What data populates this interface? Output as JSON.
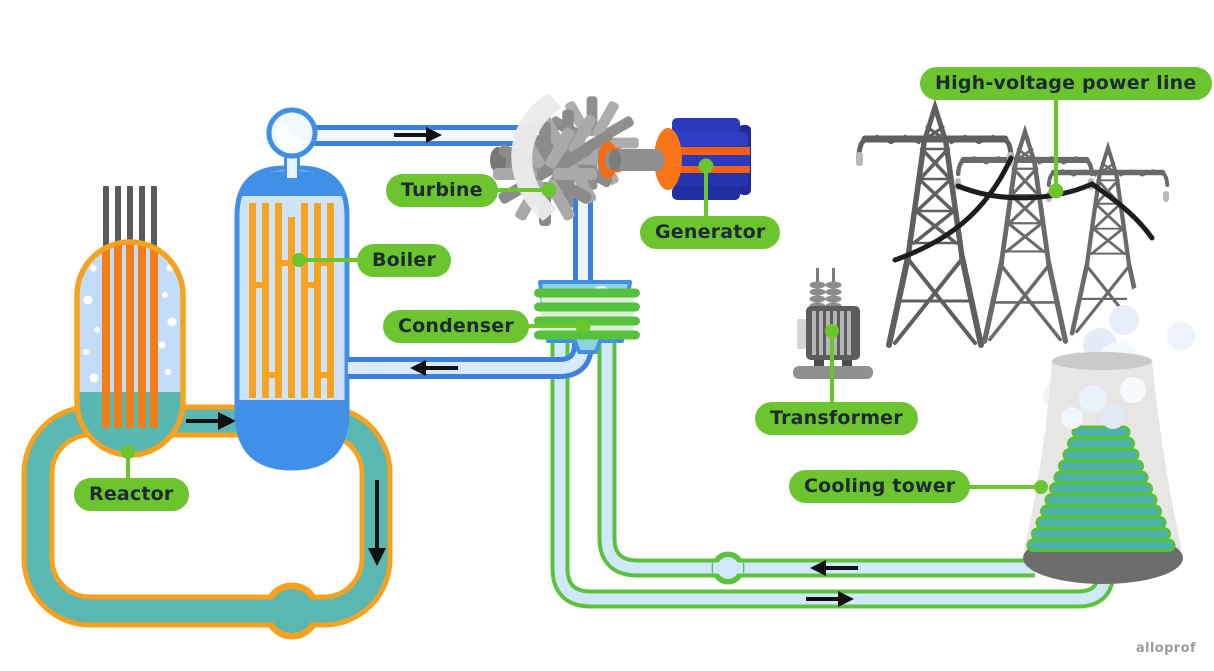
{
  "labels": {
    "reactor": "Reactor",
    "boiler": "Boiler",
    "turbine": "Turbine",
    "generator": "Generator",
    "condenser": "Condenser",
    "transformer": "Transformer",
    "cooling_tower": "Cooling tower",
    "power_line": "High-voltage power line"
  },
  "watermark": "alloprof",
  "colors": {
    "label_green": "#6cc52f",
    "label_text": "#1c2b33",
    "pipe_green": "#5bc23c",
    "primary_loop_teal": "#5ab7b2",
    "loop_outline_orange": "#f6a21e",
    "fuel_rod_orange": "#f07d16",
    "boiler_blue": "#4190e8",
    "boiler_fill": "#cfe3fb",
    "steam_pipe_fill": "#f2f7ff",
    "generator_blue": "#2b3abd",
    "generator_orange": "#fa6a12",
    "condenser_fill": "#8fd3e2",
    "cooling_tower_gray": "#e8e6e4",
    "pylon_gray": "#5f5f5f",
    "wire_black": "#1d1d1d"
  }
}
